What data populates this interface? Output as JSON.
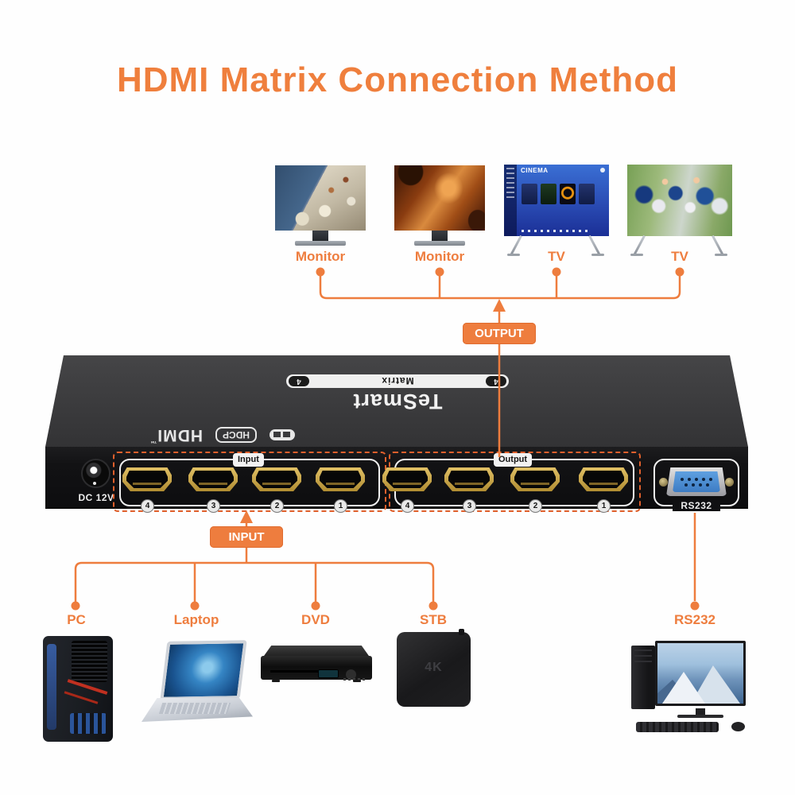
{
  "title": "HDMI Matrix Connection Method",
  "displays": [
    {
      "label": "Monitor",
      "screen": "seaside-town-photo"
    },
    {
      "label": "Monitor",
      "screen": "canyon-photo"
    },
    {
      "label": "TV",
      "screen": "smart-tv-menu",
      "menu_title": "CINEMA"
    },
    {
      "label": "TV",
      "screen": "cycling-race-photo"
    }
  ],
  "connectors": {
    "output_badge": "OUTPUT",
    "input_badge": "INPUT",
    "rs232_label": "RS232"
  },
  "device": {
    "brand": "TeSmart",
    "model_bar": {
      "left_badge": "4",
      "name": "Matrix",
      "right_badge": "4"
    },
    "logos": {
      "hdmi": "HDMI",
      "hdmi_tm": "™",
      "hdcp": "HDCP"
    },
    "power_label": "DC 12V",
    "input_group": {
      "label": "Input",
      "ports": [
        "4",
        "3",
        "2",
        "1"
      ]
    },
    "output_group": {
      "label": "Output",
      "ports": [
        "4",
        "3",
        "2",
        "1"
      ]
    },
    "rs232_port_label": "RS232"
  },
  "sources": [
    {
      "label": "PC"
    },
    {
      "label": "Laptop"
    },
    {
      "label": "DVD"
    },
    {
      "label": "STB",
      "badge": "4K"
    }
  ],
  "colors": {
    "accent_orange": "#ee7d3e",
    "dashed_orange": "#e0602c",
    "device_top": "#3a3a3c",
    "device_panel": "#121214",
    "hdmi_gold": "#c9a348",
    "db9_blue": "#4d8fd6"
  }
}
